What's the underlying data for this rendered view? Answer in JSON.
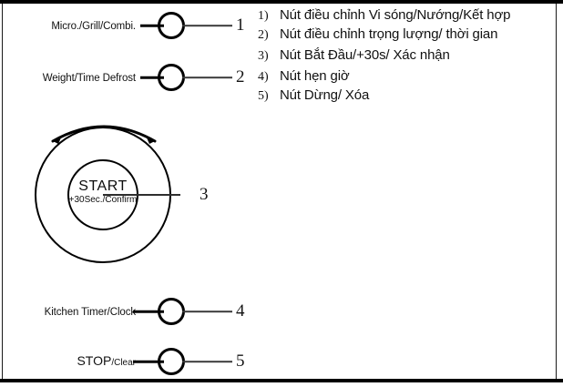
{
  "panel": {
    "title": "Microwave control panel diagram",
    "background_color": "#ffffff",
    "line_color": "#000000"
  },
  "controls": [
    {
      "id": "micro-grill-combi",
      "label": "Micro./Grill/Combi.",
      "number": "1"
    },
    {
      "id": "weight-time-defrost",
      "label": "Weight/Time Defrost",
      "number": "2"
    },
    {
      "id": "kitchen-timer-clock",
      "label": "Kitchen Timer/Clock",
      "number": "4"
    },
    {
      "id": "stop-clear",
      "label_main": "STOP",
      "label_sub": "/Clear",
      "number": "5"
    }
  ],
  "dial": {
    "start_label": "START",
    "sub_label": "+30Sec./Confirm",
    "number": "3",
    "arrow": "double-headed-rotation-arc"
  },
  "legend": [
    {
      "marker": "1)",
      "text": "Nút điều chỉnh Vi sóng/Nướng/Kết hợp"
    },
    {
      "marker": "2)",
      "text": "Nút điều chỉnh trọng lượng/ thời gian"
    },
    {
      "marker": "3)",
      "text": "Nút Bắt Đầu/+30s/ Xác nhận"
    },
    {
      "marker": "4)",
      "text": "Nút  hẹn giờ"
    },
    {
      "marker": "5)",
      "text": "Nút Dừng/ Xóa"
    }
  ]
}
